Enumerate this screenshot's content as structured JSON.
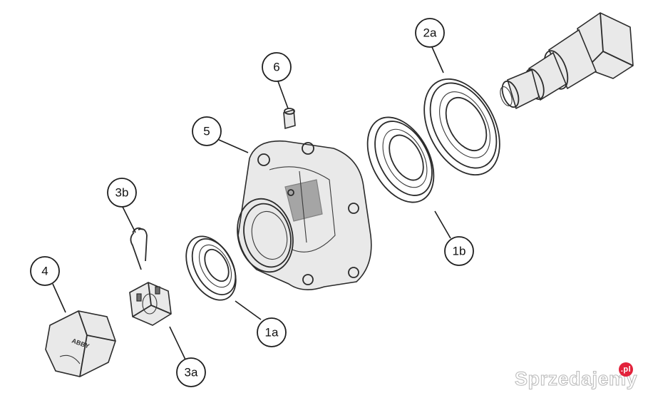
{
  "callouts": [
    {
      "id": "6",
      "label": "6"
    },
    {
      "id": "2a",
      "label": "2a"
    },
    {
      "id": "5",
      "label": "5"
    },
    {
      "id": "3b",
      "label": "3b"
    },
    {
      "id": "1b",
      "label": "1b"
    },
    {
      "id": "4",
      "label": "4"
    },
    {
      "id": "1a",
      "label": "1a"
    },
    {
      "id": "3a",
      "label": "3a"
    }
  ],
  "cap_text": "ABBY",
  "watermark": {
    "text": "Sprzedajemy",
    "tld": ".pl"
  }
}
